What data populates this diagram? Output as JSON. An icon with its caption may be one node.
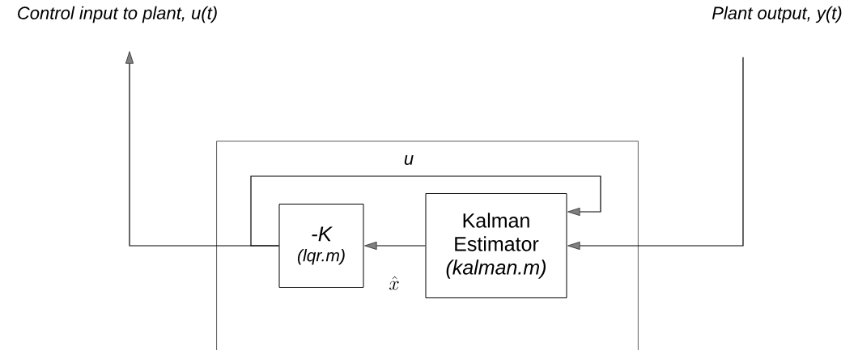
{
  "diagram": {
    "nodes": [
      {
        "text": [],
        "shape": "box"
      },
      {
        "text": [
          "-K",
          "(lqr.m)"
        ],
        "in": 0
      },
      {
        "text": [
          "Kalman Estimator",
          "(kalman.m)"
        ],
        "in": 0
      },
      {
        "text": [
          "Control input to plant, u(t)"
        ]
      },
      {
        "text": [
          "Plant output, y(t)"
        ]
      }
    ],
    "edges": [
      {
        "from": 2,
        "to": 1,
        "arrow": "to",
        "label": "\\hat{x}"
      },
      {
        "from": 1,
        "to": 3,
        "arrow": "to"
      },
      {
        "from": 4,
        "to": 2,
        "arrow": "to"
      },
      {
        "from": 1,
        "to": 2,
        "arrow": "to",
        "label": "u"
      }
    ]
  }
}
